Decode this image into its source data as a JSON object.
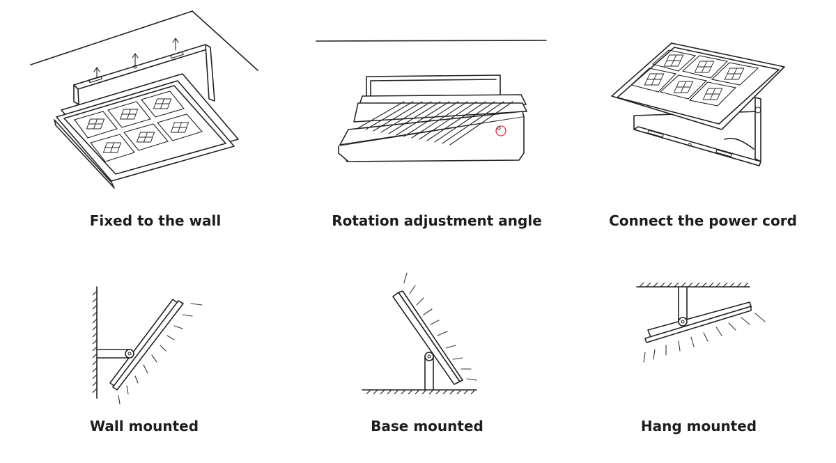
{
  "captions": {
    "fixed_to_wall": "Fixed to the wall",
    "rotation_angle": "Rotation adjustment angle",
    "power_cord": "Connect the power cord",
    "wall_mounted": "Wall mounted",
    "base_mounted": "Base mounted",
    "hang_mounted": "Hang mounted"
  },
  "colors": {
    "line": "#222222",
    "highlight": "#e0303a",
    "text": "#1c1c1c"
  }
}
